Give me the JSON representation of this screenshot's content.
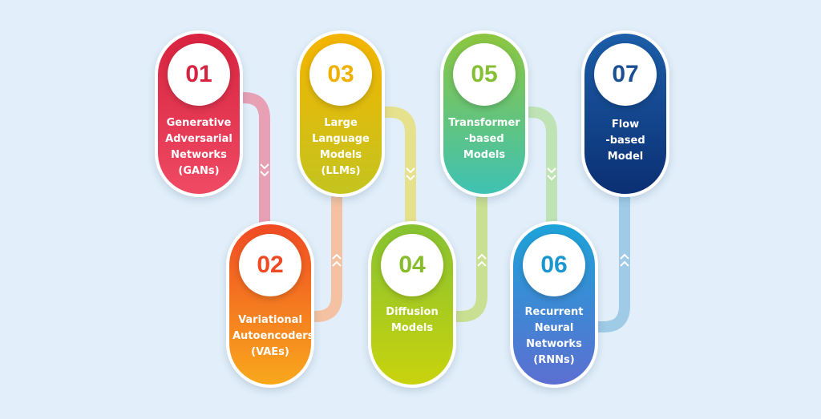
{
  "diagram": {
    "steps": [
      {
        "number": "01",
        "label": "Generative\nAdversarial\nNetworks\n(GANs)",
        "color_top": "#d7233f",
        "color_bottom": "#ef4a64",
        "number_color": "#d7233f"
      },
      {
        "number": "02",
        "label": "Variational\nAutoencoders\n(VAEs)",
        "color_top": "#f04a24",
        "color_bottom": "#f9a81c",
        "number_color": "#ee4a26"
      },
      {
        "number": "03",
        "label": "Large\nLanguage\nModels\n(LLMs)",
        "color_top": "#f4b400",
        "color_bottom": "#c4c41f",
        "number_color": "#f0b000"
      },
      {
        "number": "04",
        "label": "Diffusion\nModels",
        "color_top": "#86c232",
        "color_bottom": "#c9d30d",
        "number_color": "#87bd2c"
      },
      {
        "number": "05",
        "label": "Transformer\n-based\nModels",
        "color_top": "#8dc63f",
        "color_bottom": "#3fc2b3",
        "number_color": "#86bf35"
      },
      {
        "number": "06",
        "label": "Recurrent\nNeural\nNetworks\n(RNNs)",
        "color_top": "#1da3d8",
        "color_bottom": "#5c6fd1",
        "number_color": "#1c96cf"
      },
      {
        "number": "07",
        "label": "Flow\n-based\nModel",
        "color_top": "#1c5ea8",
        "color_bottom": "#0b2f73",
        "number_color": "#1a4f94"
      }
    ],
    "connector_colors": [
      "#e8a0b4",
      "#f4c2a2",
      "#e6e18c",
      "#c9df92",
      "#bfe3b4",
      "#9fcbe6"
    ]
  }
}
